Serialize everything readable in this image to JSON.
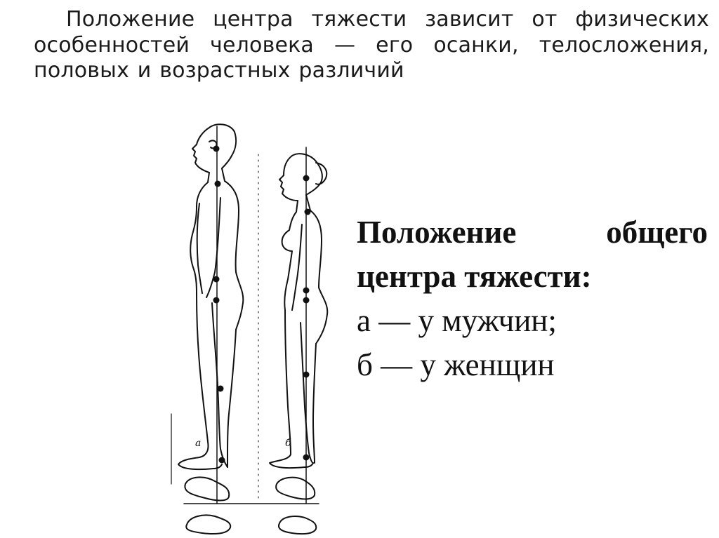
{
  "intro": {
    "text": "Положение центра тяжести зависит от физических особенностей человека — его осанки, телосложения, половых и возрастных различий"
  },
  "figure": {
    "label_a": "а",
    "label_b": "б",
    "line_color": "#111111"
  },
  "caption": {
    "title": "Положение общего центра тяжести:",
    "line_a": "а — у мужчин;",
    "line_b": "б — у женщин"
  }
}
